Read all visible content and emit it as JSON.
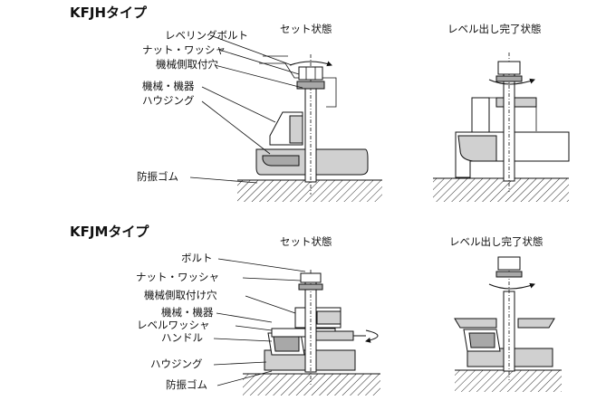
{
  "kfjh": {
    "title": "KFJHタイプ",
    "col_set": "セット状態",
    "col_done": "レベル出し完了状態",
    "labels": {
      "leveling_bolt": "レベリングボルト",
      "nut_washer": "ナット・ワッシャ",
      "mount_hole": "機械側取付穴",
      "machine": "機械・機器",
      "housing": "ハウジング",
      "rubber": "防振ゴム"
    }
  },
  "kfjm": {
    "title": "KFJMタイプ",
    "col_set": "セット状態",
    "col_done": "レベル出し完了状態",
    "labels": {
      "bolt": "ボルト",
      "nut_washer": "ナット・ワッシャ",
      "mount_hole": "機械側取付け穴",
      "machine": "機械・機器",
      "level_washer": "レベルワッシャ",
      "handle": "ハンドル",
      "housing": "ハウジング",
      "rubber": "防振ゴム"
    }
  }
}
